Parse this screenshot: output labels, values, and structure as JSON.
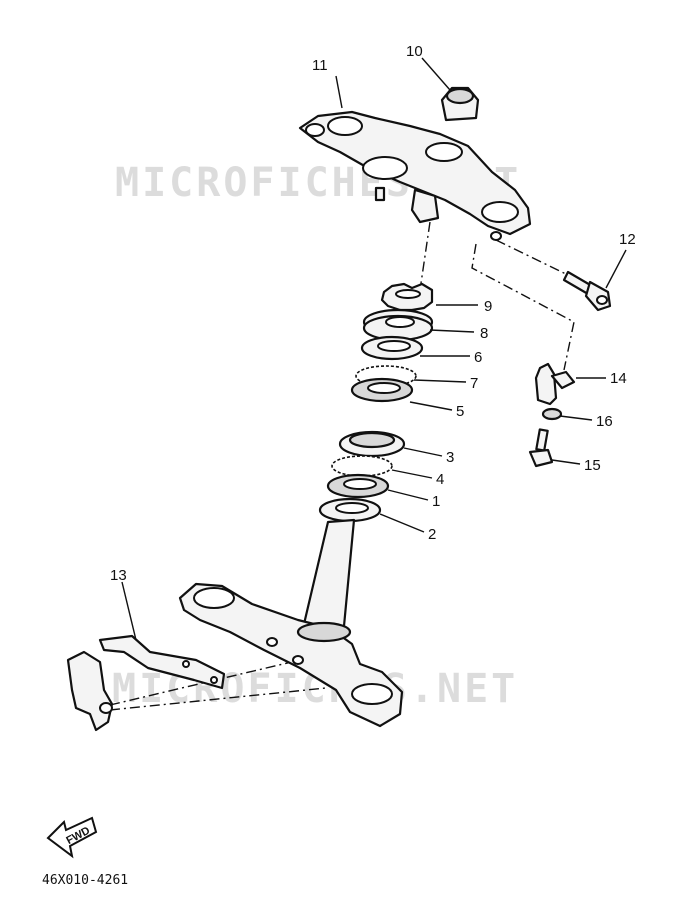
{
  "watermark": "MICROFICHES.NET",
  "reference_code": "46X010-4261",
  "direction_label": "FWD",
  "callouts": [
    "1",
    "2",
    "3",
    "4",
    "5",
    "6",
    "7",
    "8",
    "9",
    "10",
    "11",
    "12",
    "13",
    "14",
    "15",
    "16"
  ]
}
